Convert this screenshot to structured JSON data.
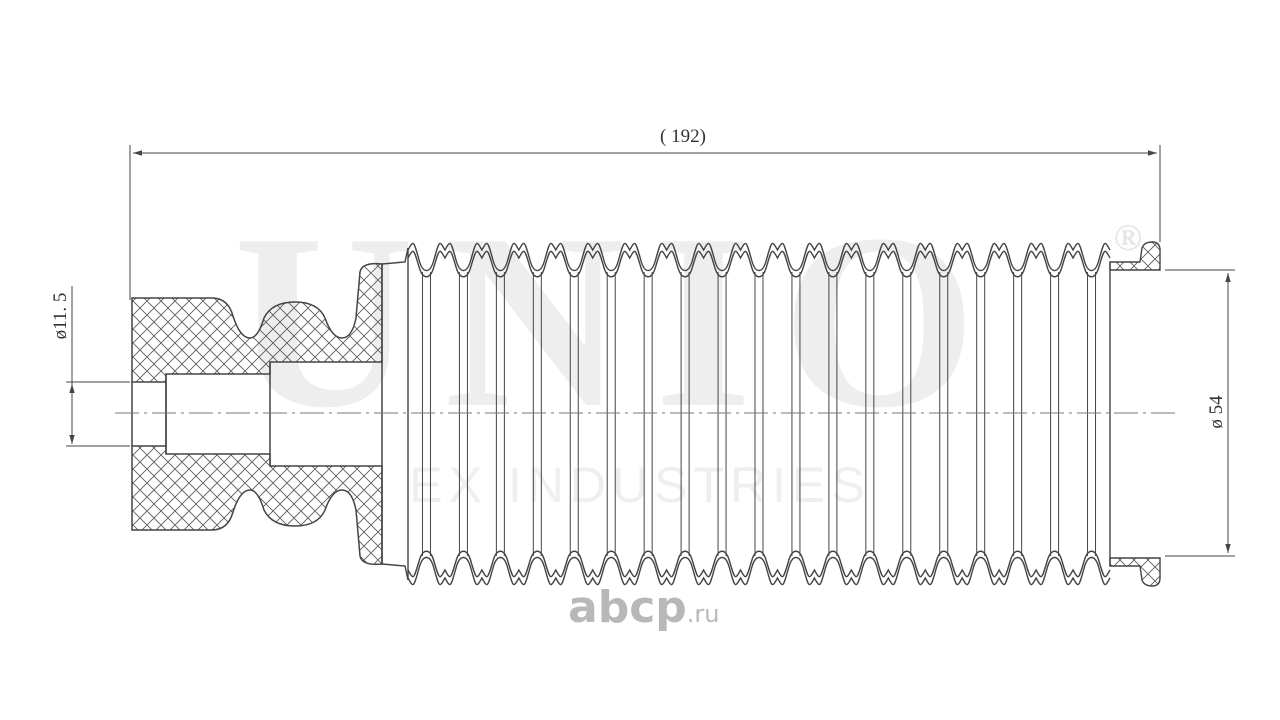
{
  "dimensions": {
    "length": "( 192)",
    "inner_diameter": "ø11. 5",
    "outer_diameter": "ø 54"
  },
  "watermark": {
    "brand": "UNIO",
    "registered": "®",
    "subtitle": "EX INDUSTRIES"
  },
  "site_logo": {
    "name": "abcp",
    "suffix": ".ru"
  },
  "colors": {
    "line": "#444444",
    "watermark": "#ececec",
    "logo": "#b8b8b8"
  }
}
